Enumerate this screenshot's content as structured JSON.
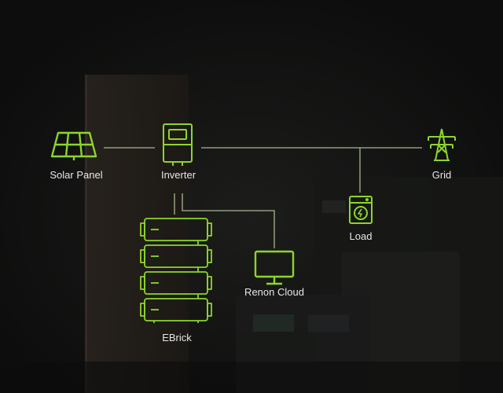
{
  "diagram": {
    "accent_color": "#8dd52b",
    "line_color": "#b9c79a",
    "label_color": "#e6e6e6",
    "nodes": {
      "solar_panel": {
        "label": "Solar Panel",
        "icon": "solar-panel-icon"
      },
      "inverter": {
        "label": "Inverter",
        "icon": "inverter-icon"
      },
      "grid": {
        "label": "Grid",
        "icon": "power-tower-icon"
      },
      "load": {
        "label": "Load",
        "icon": "washing-machine-icon"
      },
      "ebrick": {
        "label": "EBrick",
        "icon": "battery-stack-icon"
      },
      "renon_cloud": {
        "label": "Renon Cloud",
        "icon": "monitor-icon"
      }
    }
  }
}
